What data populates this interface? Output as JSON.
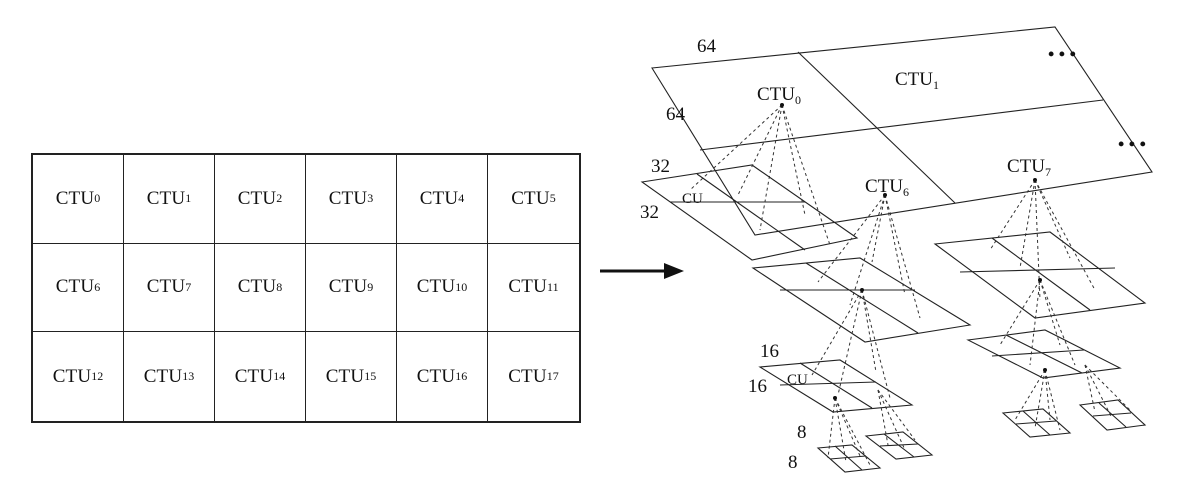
{
  "grid": {
    "cells": [
      {
        "base": "CTU",
        "sub": "0"
      },
      {
        "base": "CTU",
        "sub": "1"
      },
      {
        "base": "CTU",
        "sub": "2"
      },
      {
        "base": "CTU",
        "sub": "3"
      },
      {
        "base": "CTU",
        "sub": "4"
      },
      {
        "base": "CTU",
        "sub": "5"
      },
      {
        "base": "CTU",
        "sub": "6"
      },
      {
        "base": "CTU",
        "sub": "7"
      },
      {
        "base": "CTU",
        "sub": "8"
      },
      {
        "base": "CTU",
        "sub": "9"
      },
      {
        "base": "CTU",
        "sub": "10"
      },
      {
        "base": "CTU",
        "sub": "11"
      },
      {
        "base": "CTU",
        "sub": "12"
      },
      {
        "base": "CTU",
        "sub": "13"
      },
      {
        "base": "CTU",
        "sub": "14"
      },
      {
        "base": "CTU",
        "sub": "15"
      },
      {
        "base": "CTU",
        "sub": "16"
      },
      {
        "base": "CTU",
        "sub": "17"
      }
    ]
  },
  "diagram": {
    "size_64_top": "64",
    "size_64_side": "64",
    "size_32_top": "32",
    "size_32_side": "32",
    "size_16_top": "16",
    "size_16_side": "16",
    "size_8_top": "8",
    "size_8_side": "8",
    "cu_label_a": "CU",
    "cu_label_b": "CU",
    "ctu0": {
      "base": "CTU",
      "sub": "0"
    },
    "ctu1": {
      "base": "CTU",
      "sub": "1"
    },
    "ctu6": {
      "base": "CTU",
      "sub": "6"
    },
    "ctu7": {
      "base": "CTU",
      "sub": "7"
    },
    "ellipsis_top": "• • •",
    "ellipsis_right": "• • •"
  }
}
